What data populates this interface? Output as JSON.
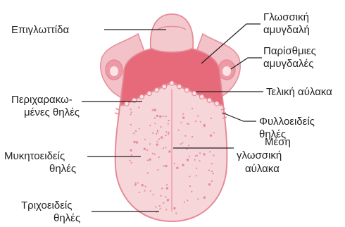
{
  "labels": {
    "epiglottis": "Επιγλωττίδα",
    "lingual_tonsil": [
      "Γλωσσική",
      "αμυγδαλή"
    ],
    "palatine_tonsils": [
      "Παρίσθμιες",
      "αμυγδαλές"
    ],
    "terminal_sulcus": "Τελική αύλακα",
    "circumvallate": [
      "Περιχαρακω-",
      "μένες θηλές"
    ],
    "foliate": [
      "Φυλλοειδείς",
      "θηλές"
    ],
    "fungiform": [
      "Μυκητοειδείς",
      "θηλές"
    ],
    "median_sulcus": [
      "Μέση",
      "γλωσσική",
      "αύλακα"
    ],
    "filiform": [
      "Τριχοειδείς",
      "θηλές"
    ]
  },
  "colors": {
    "tongue_fill": "#f7d6da",
    "tongue_outline": "#e58b98",
    "back_fill": "#e66a79",
    "side_fill": "#f3c2c8",
    "dots": "#e48d9b",
    "leader_lines": "#231f20"
  }
}
